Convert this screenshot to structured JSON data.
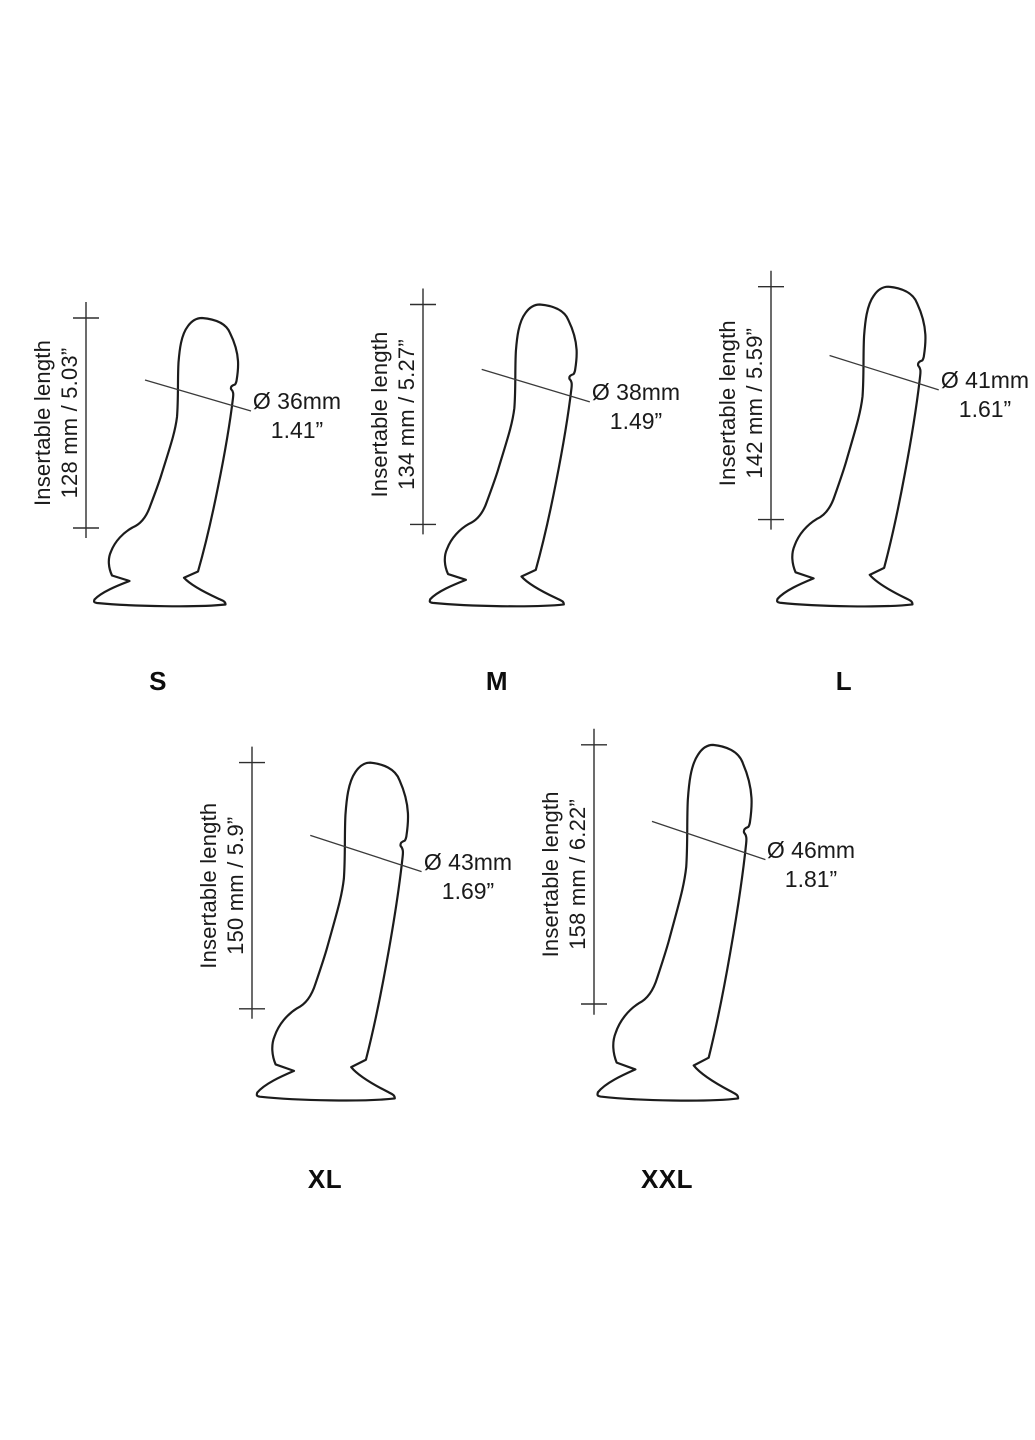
{
  "title": "Product size comparison diagram",
  "colors": {
    "background": "#ffffff",
    "outline": "#1c1c1c",
    "dimension_lines": "#3a3a3a",
    "text": "#1a1a1a"
  },
  "figures": [
    {
      "size_label": "S",
      "insertable_label": "Insertable length",
      "length_text": "128 mm / 5.03”",
      "length_mm": 128,
      "length_in": 5.03,
      "diameter_mm_text": "Ø 36mm",
      "diameter_in_text": "1.41”",
      "diameter_mm": 36,
      "diameter_in": 1.41
    },
    {
      "size_label": "M",
      "insertable_label": "Insertable length",
      "length_text": "134 mm / 5.27”",
      "length_mm": 134,
      "length_in": 5.27,
      "diameter_mm_text": "Ø 38mm",
      "diameter_in_text": "1.49”",
      "diameter_mm": 38,
      "diameter_in": 1.49
    },
    {
      "size_label": "L",
      "insertable_label": "Insertable length",
      "length_text": "142 mm / 5.59”",
      "length_mm": 142,
      "length_in": 5.59,
      "diameter_mm_text": "Ø 41mm",
      "diameter_in_text": "1.61”",
      "diameter_mm": 41,
      "diameter_in": 1.61
    },
    {
      "size_label": "XL",
      "insertable_label": "Insertable length",
      "length_text": "150 mm / 5.9”",
      "length_mm": 150,
      "length_in": 5.9,
      "diameter_mm_text": "Ø 43mm",
      "diameter_in_text": "1.69”",
      "diameter_mm": 43,
      "diameter_in": 1.69
    },
    {
      "size_label": "XXL",
      "insertable_label": "Insertable length",
      "length_text": "158 mm / 6.22”",
      "length_mm": 158,
      "length_in": 6.22,
      "diameter_mm_text": "Ø 46mm",
      "diameter_in_text": "1.81”",
      "diameter_mm": 46,
      "diameter_in": 1.81
    }
  ]
}
